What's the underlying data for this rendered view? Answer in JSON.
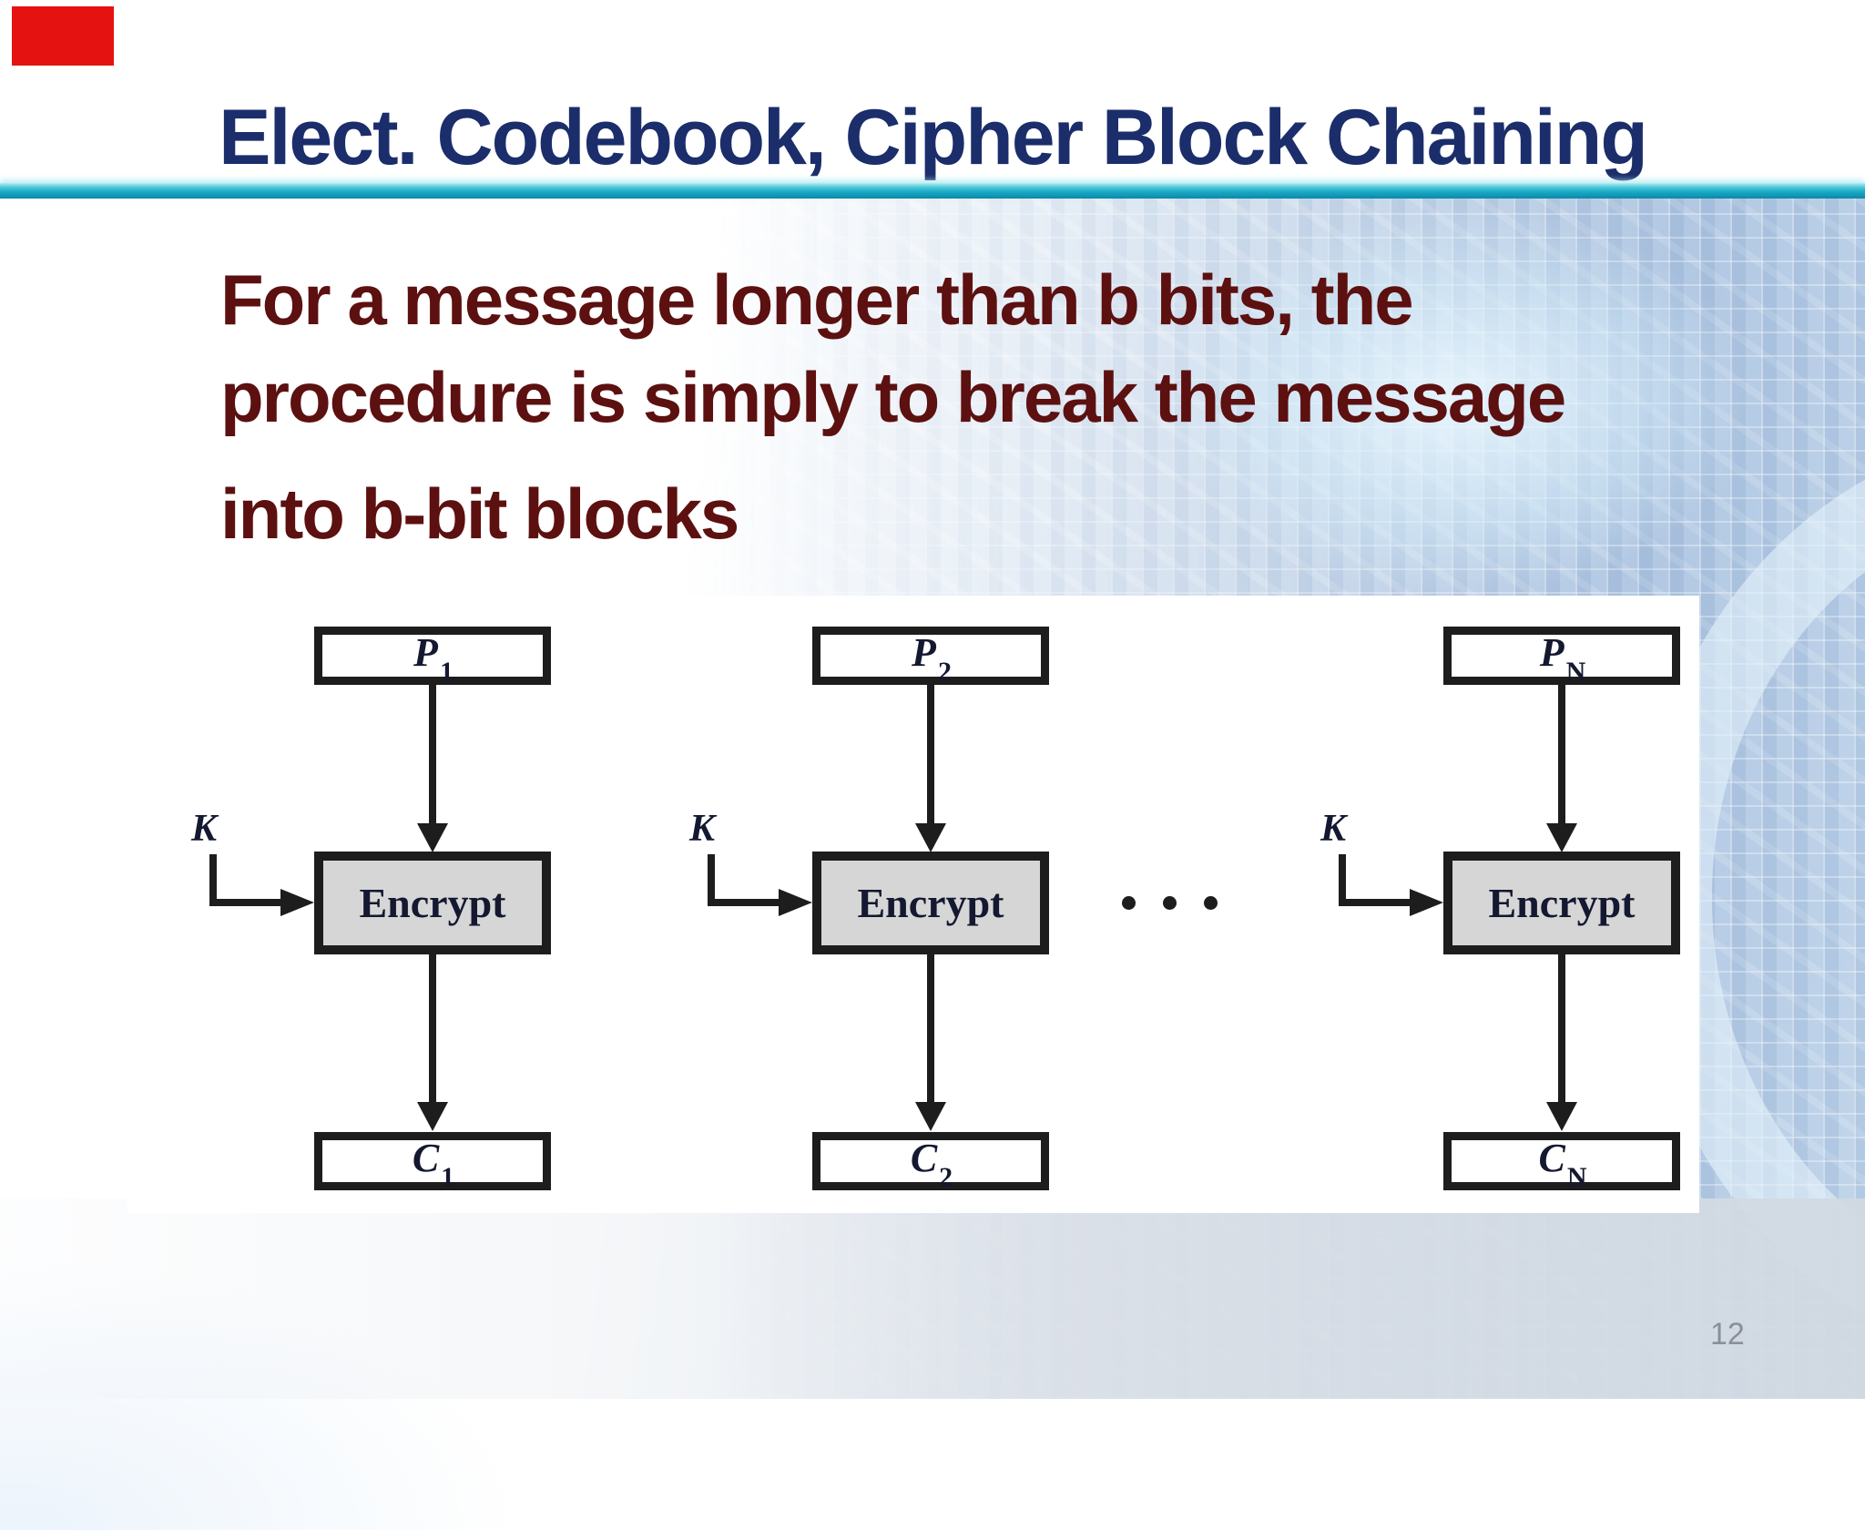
{
  "slide": {
    "title": "Elect. Codebook, Cipher Block Chaining",
    "body_lines": [
      "For a message longer than b bits, the",
      "procedure is simply to break the message",
      "into b-bit blocks"
    ],
    "page_number": "12"
  },
  "diagram": {
    "columns": [
      {
        "input_base": "P",
        "input_sub": "1",
        "process": "Encrypt",
        "output_base": "C",
        "output_sub": "1",
        "key": "K"
      },
      {
        "input_base": "P",
        "input_sub": "2",
        "process": "Encrypt",
        "output_base": "C",
        "output_sub": "2",
        "key": "K"
      },
      {
        "input_base": "P",
        "input_sub": "N",
        "process": "Encrypt",
        "output_base": "C",
        "output_sub": "N",
        "key": "K"
      }
    ]
  },
  "colors": {
    "title": "#1b2e6b",
    "body_text": "#5c1010",
    "divider_teal": "#18a9c4",
    "box_border": "#1d1d1d",
    "process_fill": "#d6d6d6",
    "diagram_text": "#141830",
    "page_number": "#8a8f99",
    "corner_marker": "#e51212"
  }
}
